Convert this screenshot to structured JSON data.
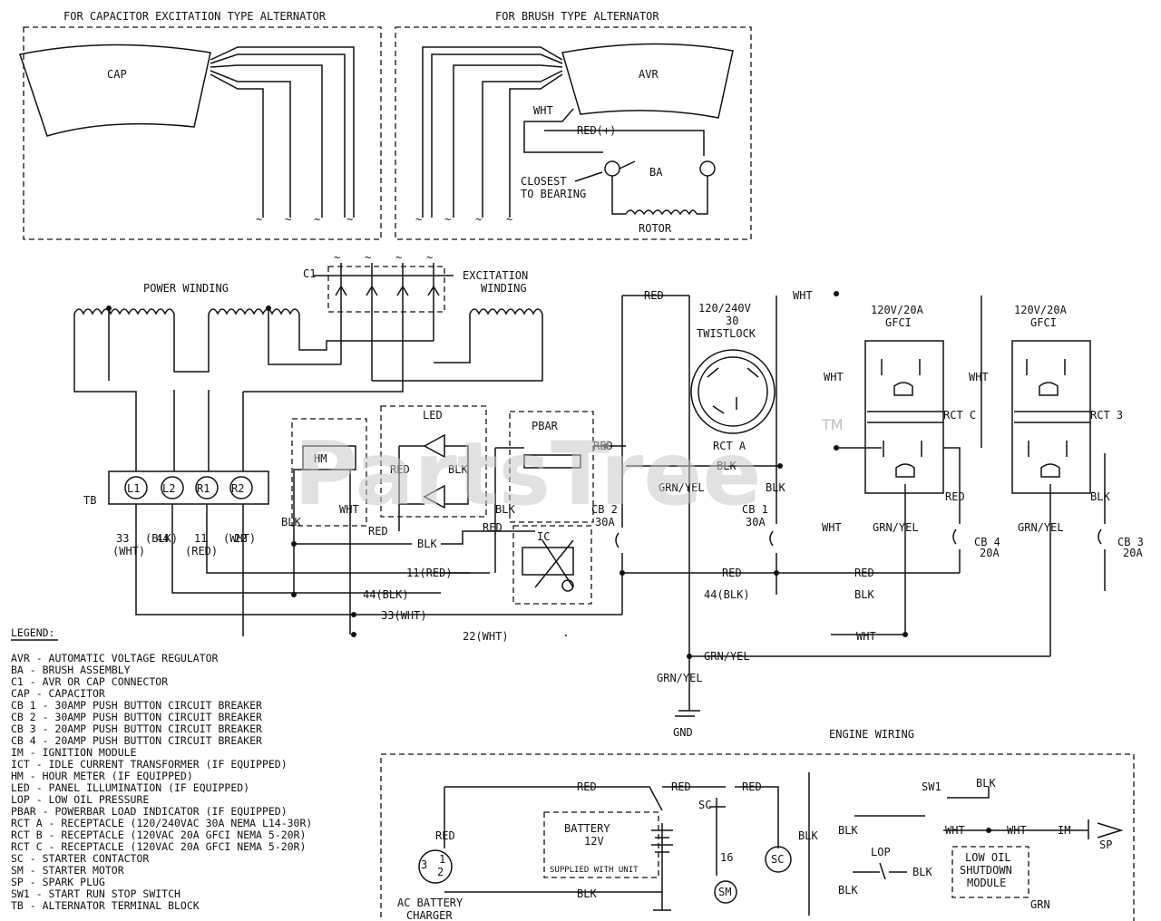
{
  "headers": {
    "cap_alt": "FOR CAPACITOR EXCITATION TYPE ALTERNATOR",
    "brush_alt": "FOR BRUSH TYPE ALTERNATOR"
  },
  "labels": {
    "cap": "CAP",
    "avr": "AVR",
    "wht_avr": "WHT",
    "red_avr": "RED(+)",
    "closest": "CLOSEST",
    "to_bearing": "TO BEARING",
    "ba": "BA",
    "rotor": "ROTOR",
    "c1": "C1",
    "excitation": "EXCITATION",
    "winding": "WINDING",
    "power_winding": "POWER WINDING",
    "tb": "TB",
    "l1": "L1",
    "l2": "L2",
    "r1": "R1",
    "r2": "R2",
    "w33": "33",
    "w33b": "(WHT)",
    "w44": "44",
    "w44b": "(BLK)",
    "w11": "11",
    "w11b": "(RED)",
    "w22": "22",
    "w22b": "(WHT)",
    "hm": "HM",
    "blk_hm": "BLK",
    "wht_hm": "WHT",
    "led": "LED",
    "red_led": "RED",
    "blk_led": "BLK",
    "red_below_led": "RED",
    "pbar": "PBAR",
    "red_pbar": "RED",
    "blk_pbar": "BLK",
    "red_ic": "RED",
    "ic": "IC",
    "blk_wire": "BLK",
    "red_11": "11(RED)",
    "blk_44": "44(BLK)",
    "wht_33": "33(WHT)",
    "wht_22": "22(WHT)",
    "cb2": "CB 2",
    "cb2_a": "30A",
    "red_top": "RED",
    "wht_top": "WHT",
    "rcta_title1": "120/240V",
    "rcta_title2": "30",
    "rcta_title3": "TWISTLOCK",
    "rcta": "RCT A",
    "blk_rcta": "BLK",
    "blk_rcta2": "BLK",
    "grn_yel_rcta": "GRN/YEL",
    "cb1": "CB 1",
    "cb1_a": "30A",
    "red_cb1": "RED",
    "blk_44b": "44(BLK)",
    "gfci_b_1": "120V/20A",
    "gfci_b_2": "GFCI",
    "wht_gfci_b": "WHT",
    "rctc": "RCT C",
    "wht_mid": "WHT",
    "wht_gfci_b2": "WHT",
    "grn_yel_gfci_b": "GRN/YEL",
    "red_gfci_b": "RED",
    "cb4": "CB 4",
    "cb4_a": "20A",
    "red_cb4": "RED",
    "blk_cb4": "BLK",
    "gfci_c_1": "120V/20A",
    "gfci_c_2": "GFCI",
    "rct3": "RCT 3",
    "grn_yel_gfci_c": "GRN/YEL",
    "blk_cb3": "BLK",
    "cb3": "CB 3",
    "cb3_a": "20A",
    "wht_bottom": "WHT",
    "grn_yel_bottom": "GRN/YEL",
    "grn_yel_gnd": "GRN/YEL",
    "gnd": "GND",
    "engine_wiring": "ENGINE WIRING",
    "red_e1": "RED",
    "red_e2": "RED",
    "red_e3": "RED",
    "red_e4": "RED",
    "sc1": "SC",
    "sc2": "SC",
    "n16": "16",
    "sm": "SM",
    "battery": "BATTERY",
    "battery_v": "12V",
    "supplied": "SUPPLIED WITH UNIT",
    "blk_batt": "BLK",
    "ac_charger_1": "AC BATTERY",
    "ac_charger_2": "CHARGER",
    "blk_e1": "BLK",
    "sw1": "SW1",
    "blk_sw1": "BLK",
    "blk_e2": "BLK",
    "wht_e1": "WHT",
    "wht_e2": "WHT",
    "im": "IM",
    "sp": "SP",
    "lop": "LOP",
    "blk_lop": "BLK",
    "blk_e3": "BLK",
    "los1": "LOW OIL",
    "los2": "SHUTDOWN",
    "los3": "MODULE",
    "grn_e": "GRN",
    "plug_1": "1",
    "plug_2": "2",
    "plug_3": "3"
  },
  "legend": {
    "title": "LEGEND:",
    "items": [
      "AVR - AUTOMATIC VOLTAGE REGULATOR",
      "BA - BRUSH ASSEMBLY",
      "C1 - AVR OR CAP CONNECTOR",
      "CAP - CAPACITOR",
      "CB 1 - 30AMP PUSH BUTTON CIRCUIT BREAKER",
      "CB 2 - 30AMP PUSH BUTTON CIRCUIT BREAKER",
      "CB 3 - 20AMP PUSH BUTTON CIRCUIT BREAKER",
      "CB 4 - 20AMP PUSH BUTTON CIRCUIT BREAKER",
      "IM - IGNITION MODULE",
      "ICT - IDLE CURRENT TRANSFORMER (IF EQUIPPED)",
      "HM - HOUR METER (IF EQUIPPED)",
      "LED - PANEL ILLUMINATION (IF EQUIPPED)",
      "LOP - LOW OIL PRESSURE",
      "PBAR - POWERBAR LOAD INDICATOR (IF EQUIPPED)",
      "RCT A - RECEPTACLE (120/240VAC 30A NEMA L14-30R)",
      "RCT B - RECEPTACLE (120VAC 20A GFCI NEMA 5-20R)",
      "RCT C - RECEPTACLE (120VAC 20A GFCI NEMA 5-20R)",
      "SC - STARTER CONTACTOR",
      "SM - STARTER MOTOR",
      "SP - SPARK PLUG",
      "SW1 - START RUN STOP SWITCH",
      "TB - ALTERNATOR TERMINAL BLOCK"
    ]
  },
  "watermark": {
    "text": "PartsTree",
    "tm": "TM"
  }
}
